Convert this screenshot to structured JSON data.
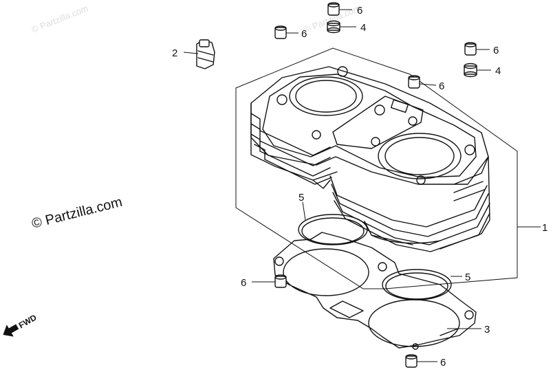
{
  "watermark": "© Partzilla.com",
  "copyright": "© Partzilla.com",
  "direction_label": "FWD",
  "callouts": [
    {
      "id": "c-6a",
      "label": "6"
    },
    {
      "id": "c-4a",
      "label": "4"
    },
    {
      "id": "c-6b",
      "label": "6"
    },
    {
      "id": "c-2",
      "label": "2"
    },
    {
      "id": "c-6c",
      "label": "6"
    },
    {
      "id": "c-4b",
      "label": "4"
    },
    {
      "id": "c-6d",
      "label": "6"
    },
    {
      "id": "c-1",
      "label": "1"
    },
    {
      "id": "c-5a",
      "label": "5"
    },
    {
      "id": "c-5b",
      "label": "5"
    },
    {
      "id": "c-6e",
      "label": "6"
    },
    {
      "id": "c-3",
      "label": "3"
    },
    {
      "id": "c-6f",
      "label": "6"
    }
  ]
}
